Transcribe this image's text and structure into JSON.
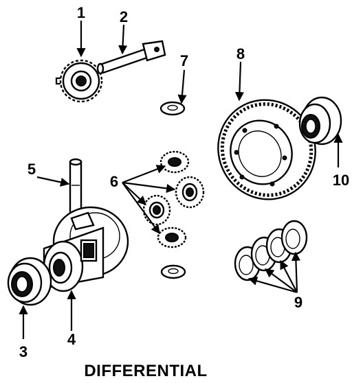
{
  "title": "DIFFERENTIAL",
  "callouts": [
    {
      "id": "1",
      "label": "1"
    },
    {
      "id": "2",
      "label": "2"
    },
    {
      "id": "3",
      "label": "3"
    },
    {
      "id": "4",
      "label": "4"
    },
    {
      "id": "5",
      "label": "5"
    },
    {
      "id": "6",
      "label": "6"
    },
    {
      "id": "7",
      "label": "7"
    },
    {
      "id": "8",
      "label": "8"
    },
    {
      "id": "9",
      "label": "9"
    },
    {
      "id": "10",
      "label": "10"
    }
  ]
}
